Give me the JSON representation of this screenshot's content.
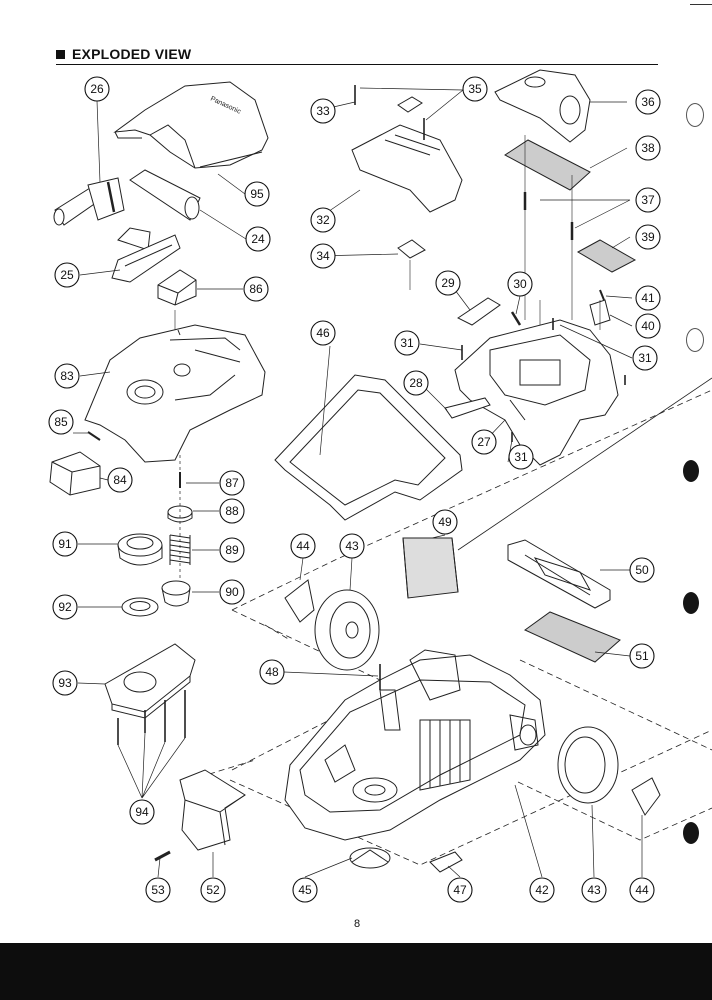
{
  "header": {
    "title": "EXPLODED VIEW"
  },
  "page_number": "8",
  "brand_text": "Panasonic",
  "callouts": [
    "26",
    "95",
    "24",
    "25",
    "86",
    "83",
    "85",
    "84",
    "87",
    "88",
    "89",
    "90",
    "91",
    "92",
    "93",
    "94",
    "53",
    "52",
    "45",
    "47",
    "48",
    "44",
    "43",
    "49",
    "50",
    "51",
    "46",
    "42",
    "43",
    "44",
    "33",
    "35",
    "36",
    "38",
    "32",
    "37",
    "39",
    "34",
    "29",
    "30",
    "41",
    "40",
    "31",
    "31",
    "31",
    "28",
    "27"
  ]
}
